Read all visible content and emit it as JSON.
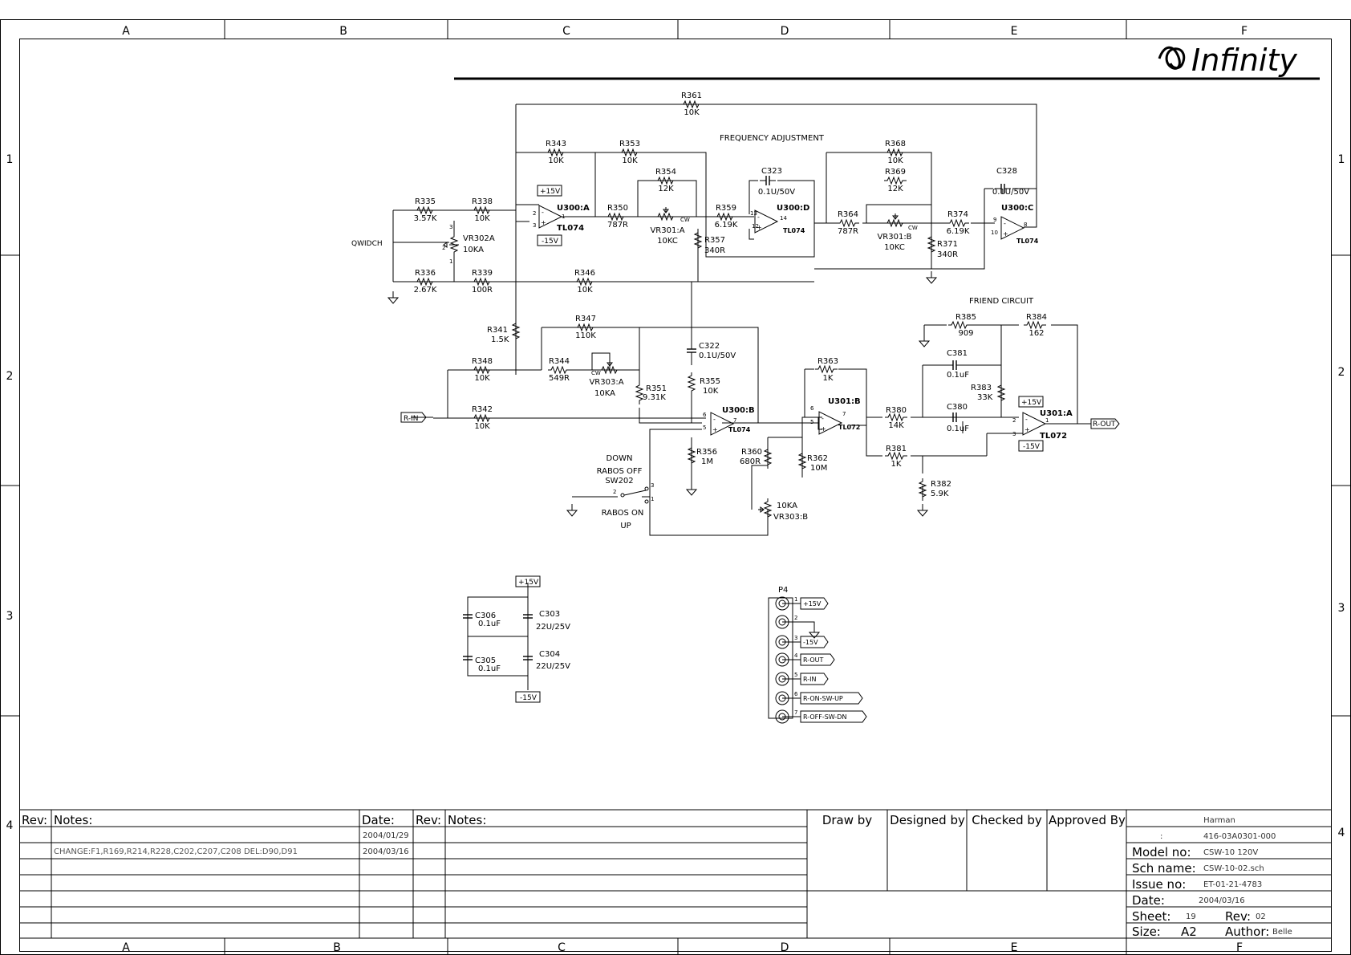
{
  "logo": {
    "text": "Infinity"
  },
  "frame": {
    "cols": [
      "A",
      "B",
      "C",
      "D",
      "E",
      "F"
    ],
    "rows": [
      "1",
      "2",
      "3",
      "4"
    ]
  },
  "section_titles": {
    "freq": "FREQUENCY ADJUSTMENT",
    "friend": "FRIEND CIRCUIT"
  },
  "components": {
    "R361": [
      "R361",
      "10K"
    ],
    "R343": [
      "R343",
      "10K"
    ],
    "R353": [
      "R353",
      "10K"
    ],
    "R354": [
      "R354",
      "12K"
    ],
    "C323": [
      "C323",
      "0.1U/50V"
    ],
    "R368": [
      "R368",
      "10K"
    ],
    "R369": [
      "R369",
      "12K"
    ],
    "C328": [
      "C328",
      "0.1U/50V"
    ],
    "R335": [
      "R335",
      "3.57K"
    ],
    "R338": [
      "R338",
      "10K"
    ],
    "VR302A": [
      "VR302A",
      "10KA"
    ],
    "R350": [
      "R350",
      "787R"
    ],
    "VR301A": [
      "VR301:A",
      "10KC"
    ],
    "R359": [
      "R359",
      "6.19K"
    ],
    "R357": [
      "R357",
      "340R"
    ],
    "R364": [
      "R364",
      "787R"
    ],
    "VR301B": [
      "VR301:B",
      "10KC"
    ],
    "R374": [
      "R374",
      "6.19K"
    ],
    "R371": [
      "R371",
      "340R"
    ],
    "R336": [
      "R336",
      "2.67K"
    ],
    "R339": [
      "R339",
      "100R"
    ],
    "R346": [
      "R346",
      "10K"
    ],
    "R341": [
      "R341",
      "1.5K"
    ],
    "R347": [
      "R347",
      "110K"
    ],
    "C322": [
      "C322",
      "0.1U/50V"
    ],
    "R348": [
      "R348",
      "10K"
    ],
    "R344": [
      "R344",
      "549R"
    ],
    "VR303A": [
      "VR303:A",
      "10KA"
    ],
    "R351": [
      "R351",
      "9.31K"
    ],
    "R355": [
      "R355",
      "10K"
    ],
    "R342": [
      "R342",
      "10K"
    ],
    "R356": [
      "R356",
      "1M"
    ],
    "R360": [
      "R360",
      "680R"
    ],
    "R362": [
      "R362",
      "10M"
    ],
    "VR303B": [
      "10KA",
      "VR303:B"
    ],
    "R363": [
      "R363",
      "1K"
    ],
    "R380": [
      "R380",
      "14K"
    ],
    "R381": [
      "R381",
      "1K"
    ],
    "R382": [
      "R382",
      "5.9K"
    ],
    "R385": [
      "R385",
      "909"
    ],
    "R384": [
      "R384",
      "162"
    ],
    "C381": [
      "C381",
      "0.1uF"
    ],
    "C380": [
      "C380",
      "0.1uF"
    ],
    "R383": [
      "R383",
      "33K"
    ],
    "C306": [
      "C306",
      "0.1uF"
    ],
    "C303": [
      "C303",
      "22U/25V"
    ],
    "C305": [
      "C305",
      "0.1uF"
    ],
    "C304": [
      "C304",
      "22U/25V"
    ]
  },
  "opamps": {
    "U300A": [
      "U300:A",
      "TL074"
    ],
    "U300D": [
      "U300:D",
      "TL074"
    ],
    "U300C": [
      "U300:C",
      "TL074"
    ],
    "U300B": [
      "U300:B",
      "TL074"
    ],
    "U301B": [
      "U301:B",
      "TL072"
    ],
    "U301A": [
      "U301:A",
      "TL072"
    ]
  },
  "rails": {
    "pos": "+15V",
    "neg": "-15V"
  },
  "nets": {
    "qwidch": "QWIDCH",
    "rin": "R-IN",
    "rout": "R-OUT"
  },
  "switch": {
    "down": "DOWN",
    "rabos_off": "RABOS OFF",
    "sw": "SW202",
    "rabos_on": "RABOS ON",
    "up": "UP"
  },
  "connector": {
    "name": "P4",
    "pins": [
      "+15V",
      "",
      "-15V",
      "R-OUT",
      "R-IN",
      "R-ON-SW-UP",
      "R-OFF-SW-DN"
    ]
  },
  "pin_numbers": {
    "u300a": [
      "2",
      "3",
      "1"
    ],
    "vr302a": [
      "3",
      "2",
      "1"
    ],
    "u300d": [
      "13",
      "12",
      "14"
    ],
    "u300c": [
      "9",
      "10",
      "8"
    ],
    "u300b": [
      "6",
      "5",
      "7"
    ],
    "u301b": [
      "6",
      "5",
      "7"
    ],
    "u301a": [
      "2",
      "3",
      "1"
    ],
    "sw": [
      "2",
      "3",
      "1"
    ],
    "p4": [
      "1",
      "2",
      "3",
      "4",
      "5",
      "6",
      "7"
    ],
    "cw": "CW"
  },
  "title_block": {
    "rev_header": "Rev:",
    "notes_header": "Notes:",
    "date_header": "Date:",
    "rev_header2": "Rev:",
    "notes_header2": "Notes:",
    "rows": [
      {
        "rev": "",
        "notes": "",
        "date": "2004/01/29"
      },
      {
        "rev": "",
        "notes": "CHANGE:F1,R169,R214,R228,C202,C207,C208  DEL:D90,D91",
        "date": "2004/03/16"
      },
      {
        "rev": "",
        "notes": "",
        "date": ""
      },
      {
        "rev": "",
        "notes": "",
        "date": ""
      },
      {
        "rev": "",
        "notes": "",
        "date": ""
      },
      {
        "rev": "",
        "notes": "",
        "date": ""
      },
      {
        "rev": "",
        "notes": "",
        "date": ""
      }
    ],
    "sign_headers": [
      "Draw by",
      "Designed by",
      "Checked by",
      "Approved By"
    ],
    "company": "Harman",
    "part_colon": ":",
    "part_no": "416-03A0301-000",
    "model_label": "Model no:",
    "model": "CSW-10 120V",
    "sch_label": "Sch name:",
    "sch": "CSW-10-02.sch",
    "issue_label": "Issue no:",
    "issue": "ET-01-21-4783",
    "date_label": "Date:",
    "date": "2004/03/16",
    "sheet_label": "Sheet:",
    "sheet": "19",
    "rev_label": "Rev:",
    "rev": "02",
    "size_label": "Size:",
    "size": "A2",
    "author_label": "Author:",
    "author": "Belle"
  }
}
